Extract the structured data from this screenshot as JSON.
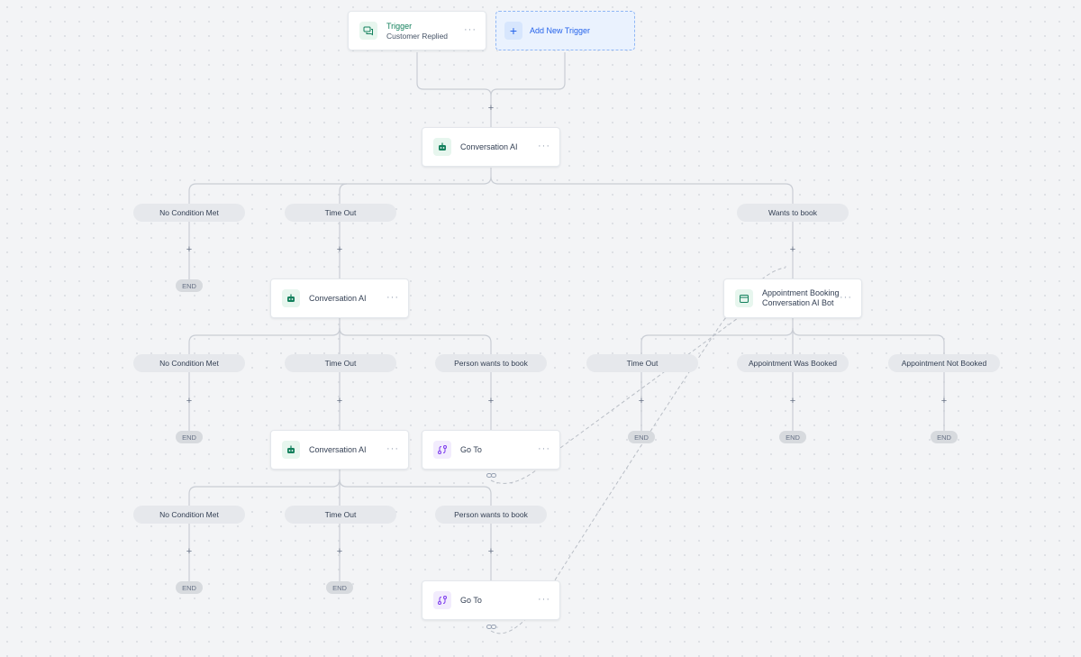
{
  "trigger": {
    "title": "Trigger",
    "subtitle": "Customer Replied",
    "icon": "chat-icon"
  },
  "add_trigger": {
    "label": "Add New Trigger",
    "icon": "plus-icon"
  },
  "more_label": "···",
  "add_step_label": "+",
  "end_label": "END",
  "nodes": {
    "conv_ai_1": {
      "label": "Conversation AI",
      "icon": "robot-icon"
    },
    "conv_ai_2": {
      "label": "Conversation AI",
      "icon": "robot-icon"
    },
    "conv_ai_3": {
      "label": "Conversation AI",
      "icon": "robot-icon"
    },
    "appt_bot": {
      "label_line1": "Appointment Booking",
      "label_line2": "Conversation AI Bot",
      "icon": "calendar-icon"
    },
    "goto_1": {
      "label": "Go To",
      "icon": "route-icon"
    },
    "goto_2": {
      "label": "Go To",
      "icon": "route-icon"
    }
  },
  "branches": {
    "a_no_condition": "No Condition Met",
    "a_time_out": "Time Out",
    "a_wants_book": "Wants to book",
    "b_no_condition": "No Condition Met",
    "b_time_out": "Time Out",
    "b_person_book": "Person wants to book",
    "c_no_condition": "No Condition Met",
    "c_time_out": "Time Out",
    "c_person_book": "Person wants to book",
    "d_time_out": "Time Out",
    "d_was_booked": "Appointment Was Booked",
    "d_not_booked": "Appointment Not Booked"
  },
  "colors": {
    "accent_green": "#12805c",
    "accent_blue": "#2563eb",
    "accent_purple": "#7c3aed",
    "connector": "#c5cad3"
  }
}
